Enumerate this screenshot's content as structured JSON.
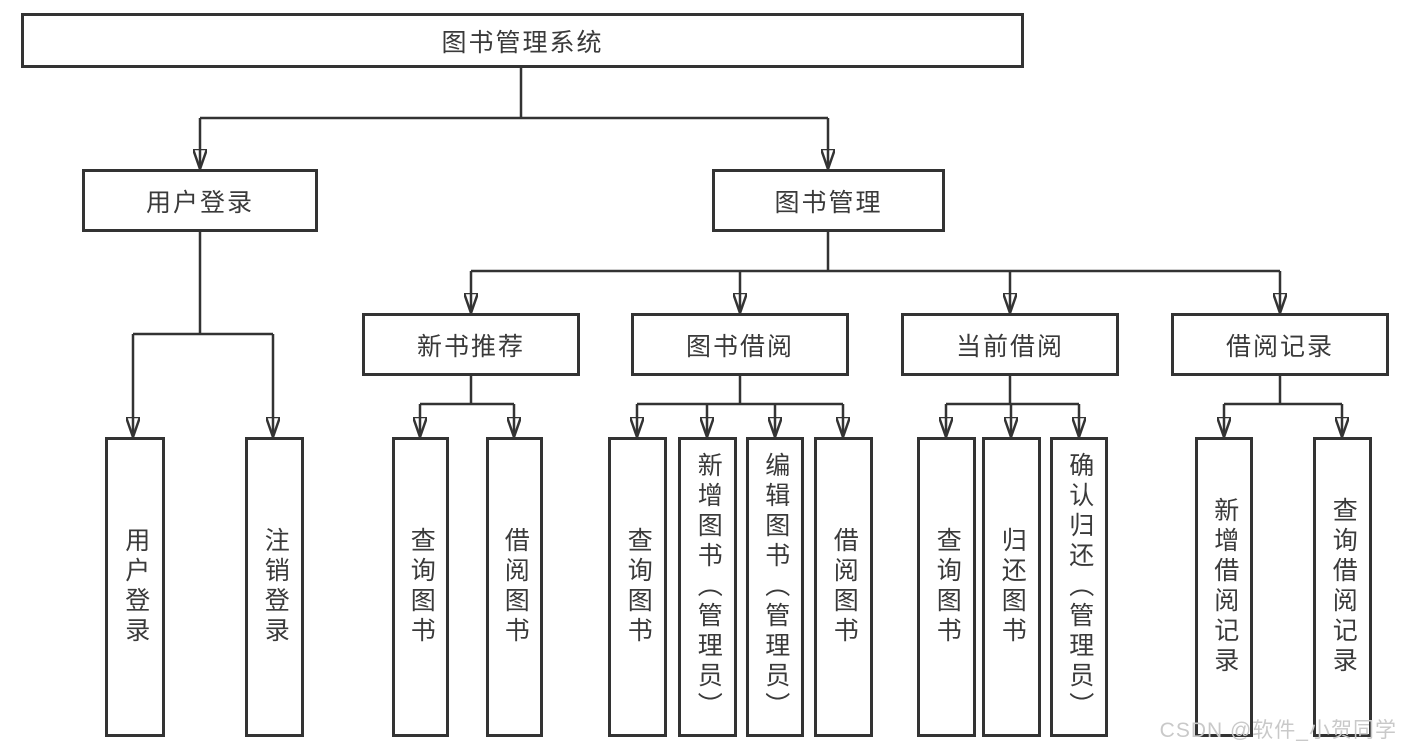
{
  "diagram": {
    "root": {
      "label": "图书管理系统"
    },
    "branches": [
      {
        "label": "用户登录",
        "children": [
          {
            "label": "用户登录"
          },
          {
            "label": "注销登录"
          }
        ]
      },
      {
        "label": "图书管理",
        "children": [
          {
            "label": "新书推荐",
            "children": [
              {
                "label": "查询图书"
              },
              {
                "label": "借阅图书"
              }
            ]
          },
          {
            "label": "图书借阅",
            "children": [
              {
                "label": "查询图书"
              },
              {
                "label": "新增图书（管理员）"
              },
              {
                "label": "编辑图书（管理员）"
              },
              {
                "label": "借阅图书"
              }
            ]
          },
          {
            "label": "当前借阅",
            "children": [
              {
                "label": "查询图书"
              },
              {
                "label": "归还图书"
              },
              {
                "label": "确认归还（管理员）"
              }
            ]
          },
          {
            "label": "借阅记录",
            "children": [
              {
                "label": "新增借阅记录"
              },
              {
                "label": "查询借阅记录"
              }
            ]
          }
        ]
      }
    ]
  },
  "watermark": {
    "text": "CSDN @软件_小贺同学"
  },
  "colors": {
    "line": "#333333",
    "box_border": "#333333",
    "text": "#3a3a3a",
    "background": "#ffffff",
    "watermark": "#c9c9c9"
  }
}
